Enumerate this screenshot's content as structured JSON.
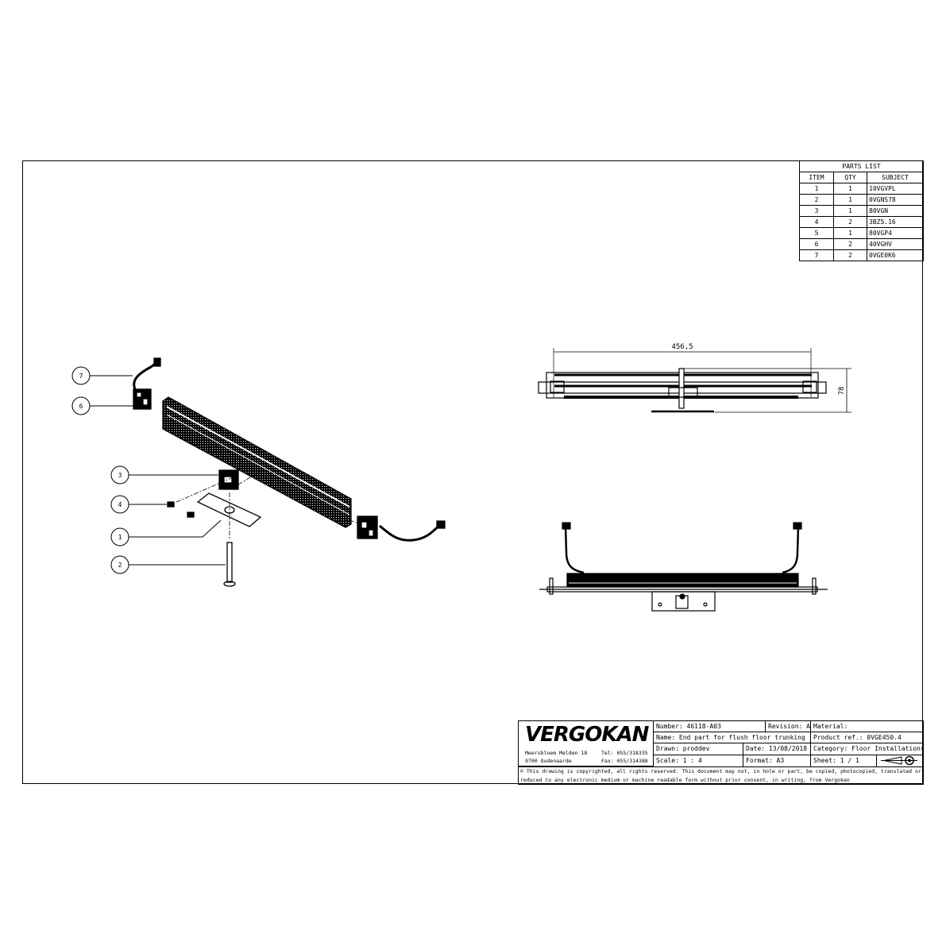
{
  "parts_list": {
    "title": "PARTS LIST",
    "headers": [
      "ITEM",
      "QTY",
      "SUBJECT"
    ],
    "rows": [
      {
        "item": "1",
        "qty": "1",
        "subject": "10VGVPL"
      },
      {
        "item": "2",
        "qty": "1",
        "subject": "0VGNS78"
      },
      {
        "item": "3",
        "qty": "1",
        "subject": "80VGN"
      },
      {
        "item": "4",
        "qty": "2",
        "subject": "3BZ5.16"
      },
      {
        "item": "5",
        "qty": "1",
        "subject": "80VGP4"
      },
      {
        "item": "6",
        "qty": "2",
        "subject": "40VGHV"
      },
      {
        "item": "7",
        "qty": "2",
        "subject": "0VGE0K6"
      }
    ]
  },
  "balloons": [
    "7",
    "6",
    "3",
    "4",
    "1",
    "2"
  ],
  "dimensions": {
    "width": "456,5",
    "height": "78"
  },
  "title_block": {
    "logo": "VERGOKAN",
    "address1": "Meersbloem Melden 18",
    "address2": "9700 Oudenaarde",
    "tel": "Tel: 055/318335",
    "fax": "Fax: 055/314388",
    "number": "Number: 46118-A03",
    "revision": "Revision: A",
    "material": "Material:",
    "name": "Name: End part for flush floor trunking",
    "product_ref": "Product ref.: 0VGE450.4",
    "drawn": "Drawn: proddev",
    "date": "Date: 13/08/2018",
    "category": "Category: Floor Installations",
    "scale": "Scale: 1 : 4",
    "format": "Format: A3",
    "sheet": "Sheet: 1 / 1",
    "projection_icon": "first-angle-projection-icon",
    "copyright": "© This drawing is copyrighted, all rights reserved. This document may not, in hole or part, be copied, photocopied, translated or reduced to any electronic medium or machine readable form without prior consent, in writing, from Vergokan"
  }
}
